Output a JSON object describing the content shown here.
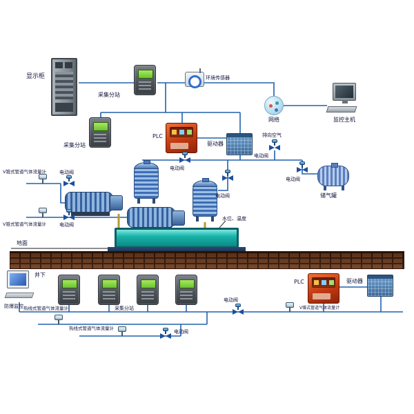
{
  "colors": {
    "wire_blue": "#2060ae",
    "pipe_yellow": "#b49a30",
    "water_teal": "#17b2a8",
    "plc_red": "#c8401a",
    "driver_blue": "#4d82b8",
    "brick_brown": "#6e3b1c"
  },
  "surface": {
    "display_cabinet": "显示柜",
    "substation": "采集分站",
    "env_sensor": "环境传感器",
    "network": "网络",
    "monitor_host": "监控主机",
    "plc": "PLC",
    "driver": "驱动器",
    "vent_air": "排向空气",
    "valve": "电动阀",
    "gas_tank": "储气罐",
    "vcone_meter": "V锥式管道气体流量计",
    "water_temp": "水位、温度",
    "ground": "地面"
  },
  "underground": {
    "label": "井下",
    "ex_monitor": "防爆监控",
    "substation": "采集分站",
    "hotwire_meter": "热线式管道气体流量计",
    "valve": "电动阀",
    "vcone_meter": "V锥式管道气体流量计",
    "plc": "PLC",
    "driver": "驱动器"
  }
}
